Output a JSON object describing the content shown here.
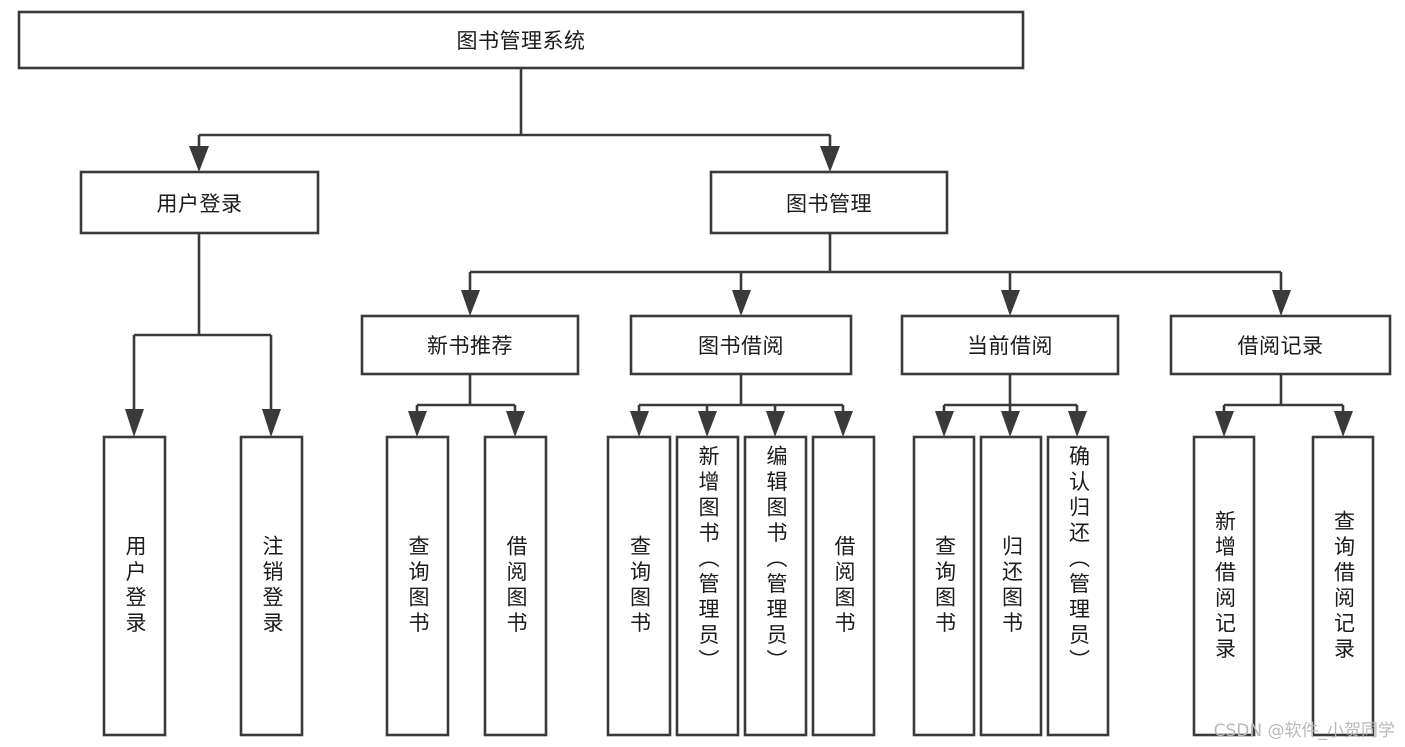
{
  "diagram": {
    "type": "hierarchy-tree",
    "title": "图书管理系统",
    "watermark": "CSDN @软件_小贺同学",
    "colors": {
      "box_stroke": "#3a3a3a",
      "box_fill": "#ffffff",
      "text": "#1b1b1b",
      "background": "#ffffff",
      "watermark": "#b9b9b9"
    },
    "root": {
      "label": "图书管理系统"
    },
    "level2": [
      {
        "label": "用户登录"
      },
      {
        "label": "图书管理"
      }
    ],
    "level3": [
      {
        "label": "新书推荐"
      },
      {
        "label": "图书借阅"
      },
      {
        "label": "当前借阅"
      },
      {
        "label": "借阅记录"
      }
    ],
    "leaves": {
      "user_login": [
        {
          "label": "用户登录"
        },
        {
          "label": "注销登录"
        }
      ],
      "new_book": [
        {
          "label": "查询图书"
        },
        {
          "label": "借阅图书"
        }
      ],
      "book_borrow": [
        {
          "label": "查询图书"
        },
        {
          "label": "新增图书（管理员）"
        },
        {
          "label": "编辑图书（管理员）"
        },
        {
          "label": "借阅图书"
        }
      ],
      "current_borrow": [
        {
          "label": "查询图书"
        },
        {
          "label": "归还图书"
        },
        {
          "label": "确认归还（管理员）"
        }
      ],
      "borrow_record": [
        {
          "label": "新增借阅记录"
        },
        {
          "label": "查询借阅记录"
        }
      ]
    }
  }
}
